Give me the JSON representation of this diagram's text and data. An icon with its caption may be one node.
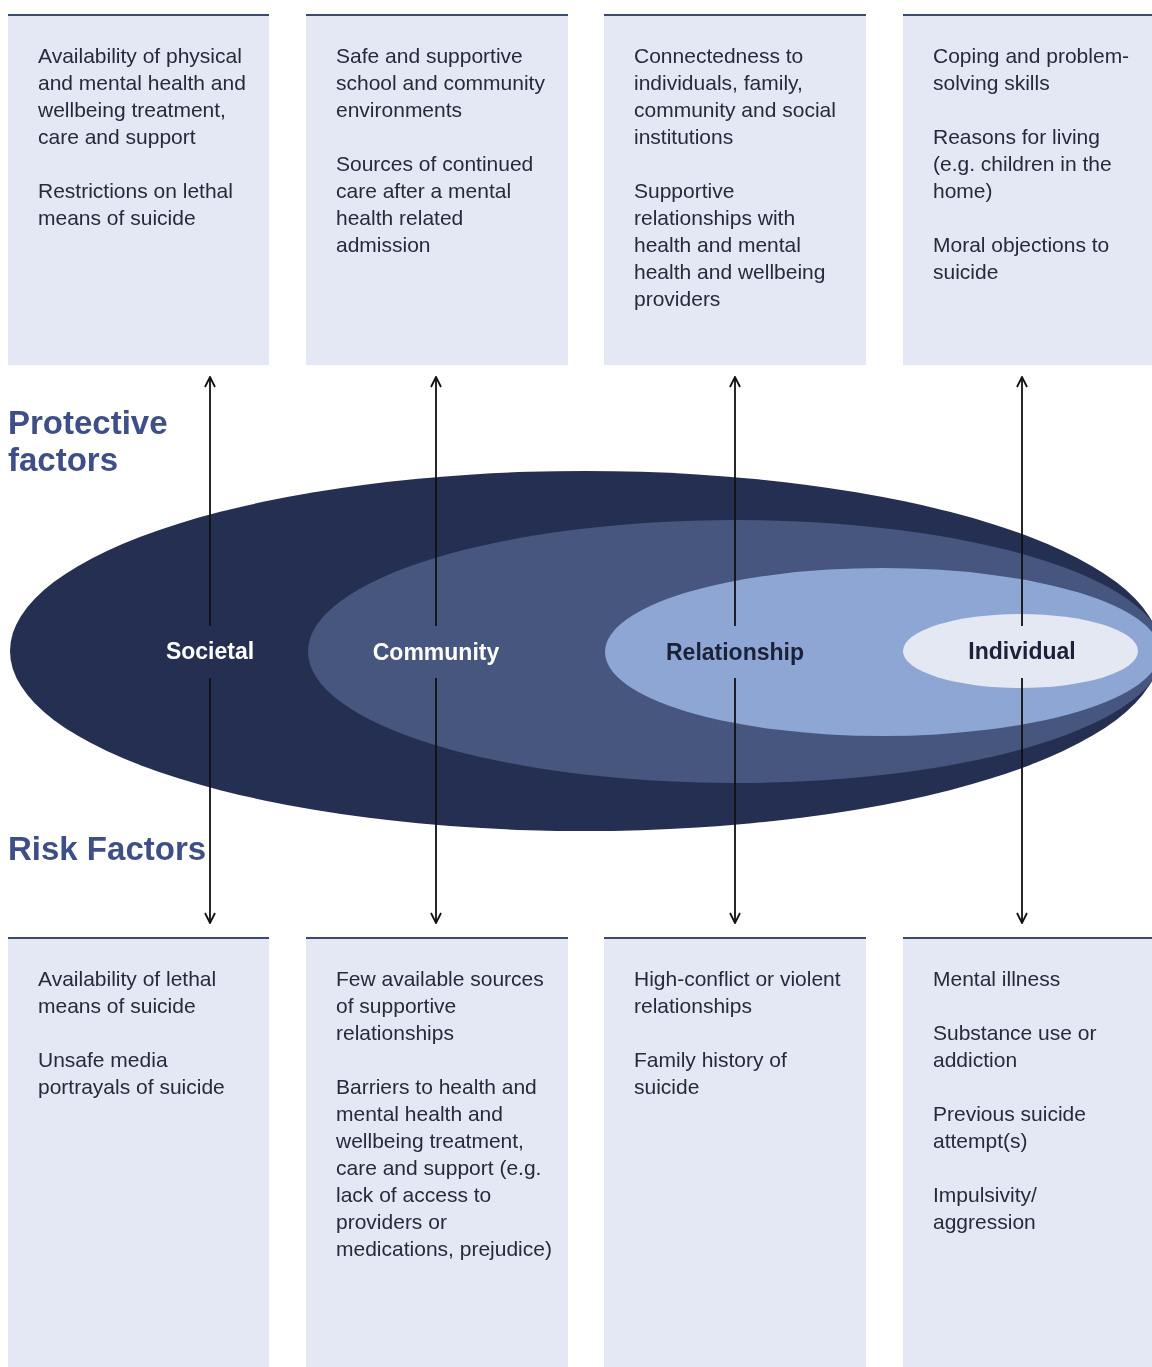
{
  "diagram": {
    "nodes": [
      {
        "text": [
          "Availability of physical and mental health and wellbeing treatment, care and support",
          "Restrictions on lethal means of suicide"
        ]
      },
      {
        "text": [
          "Safe and supportive school and community environments",
          "Sources of continued care after a mental health related admission"
        ]
      },
      {
        "text": [
          "Connectedness to individuals, family, community and social institutions",
          "Supportive relationships with health and mental health and wellbeing providers"
        ]
      },
      {
        "text": [
          "Coping and problem-solving skills",
          "Reasons for living (e.g. children in the home)",
          "Moral objections to suicide"
        ]
      },
      {
        "text": [
          "Societal"
        ]
      },
      {
        "text": [
          "Community"
        ],
        "in": 4
      },
      {
        "text": [
          "Relationship"
        ],
        "in": 5
      },
      {
        "text": [
          "Individual"
        ],
        "in": 6
      },
      {
        "text": [
          "Availability of lethal means of suicide",
          "Unsafe media portrayals of suicide"
        ]
      },
      {
        "text": [
          "Few available sources of supportive relationships",
          "Barriers to health and mental health and wellbeing treatment, care and support (e.g. lack of access to providers or medications, prejudice)"
        ]
      },
      {
        "text": [
          "High-conflict or violent relationships",
          "Family history of suicide"
        ]
      },
      {
        "text": [
          "Mental illness",
          "Substance use or addiction",
          "Previous suicide attempt(s)",
          "Impulsivity/ aggression"
        ]
      }
    ],
    "edges": [
      {
        "from": 4,
        "to": 0,
        "arrow": "to"
      },
      {
        "from": 4,
        "to": 8,
        "arrow": "to"
      },
      {
        "from": 5,
        "to": 1,
        "arrow": "to"
      },
      {
        "from": 5,
        "to": 9,
        "arrow": "to"
      },
      {
        "from": 6,
        "to": 2,
        "arrow": "to"
      },
      {
        "from": 6,
        "to": 10,
        "arrow": "to"
      },
      {
        "from": 7,
        "to": 3,
        "arrow": "to"
      },
      {
        "from": 7,
        "to": 11,
        "arrow": "to"
      }
    ],
    "labels": [
      "Protective factors",
      "Risk Factors"
    ]
  }
}
